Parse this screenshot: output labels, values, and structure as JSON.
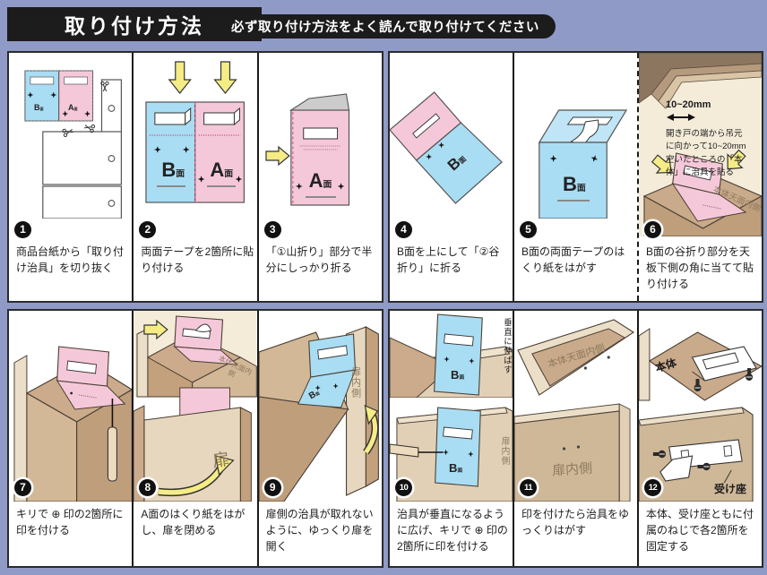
{
  "header": {
    "title": "取り付け方法",
    "notice": "必ず取り付け方法をよく読んで取り付けてください"
  },
  "labels": {
    "b": "B",
    "a": "A",
    "suffix": "面",
    "door": "扉",
    "door_inside": "扉内側",
    "top_inside": "本体天面内側",
    "body": "本体",
    "receiver": "受け座",
    "vertical_note": "垂直に伸ばす",
    "gap": "10~20mm",
    "gap_note": "開き戸の端から吊元に向かって10~20mm空いたところの「本体」に治具を貼る"
  },
  "steps": [
    {
      "num": "1",
      "text": "商品台紙から「取り付け治具」を切り抜く"
    },
    {
      "num": "2",
      "text": "両面テープを2箇所に貼り付ける"
    },
    {
      "num": "3",
      "text": "「①山折り」部分で半分にしっかり折る"
    },
    {
      "num": "4",
      "text": "B面を上にして「②谷折り」に折る"
    },
    {
      "num": "5",
      "text": "B面の両面テープのはくり紙をはがす"
    },
    {
      "num": "6",
      "text": "B面の谷折り部分を天板下側の角に当てて貼り付ける"
    },
    {
      "num": "7",
      "text": "キリで ⊕ 印の2箇所に印を付ける"
    },
    {
      "num": "8",
      "text": "A面のはくり紙をはがし、扉を閉める"
    },
    {
      "num": "9",
      "text": "扉側の治具が取れないように、ゆっくり扉を開く"
    },
    {
      "num": "10",
      "text": "治具が垂直になるように広げ、キリで ⊕ 印の2箇所に印を付ける"
    },
    {
      "num": "11",
      "text": "印を付けたら治具をゆっくりはがす"
    },
    {
      "num": "12",
      "text": "本体、受け座ともに付属のねじで各2箇所を固定する"
    }
  ]
}
